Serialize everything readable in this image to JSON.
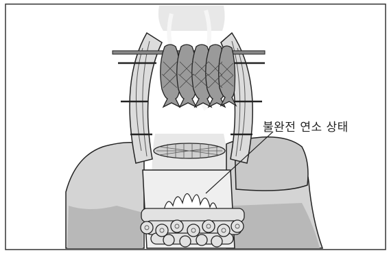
{
  "annotation": {
    "label": "불완전 연소 상태"
  },
  "illustration": {
    "subject": "smoking-barrel",
    "fish_count": 5,
    "colors": {
      "smoke": "#e8e8e8",
      "stone": "#d4d4d4",
      "stone_shadow": "#b8b8b8",
      "wood": "#dcdcdc",
      "fish": "#9a9a9a",
      "outline": "#222222",
      "frame": "#333333"
    }
  }
}
